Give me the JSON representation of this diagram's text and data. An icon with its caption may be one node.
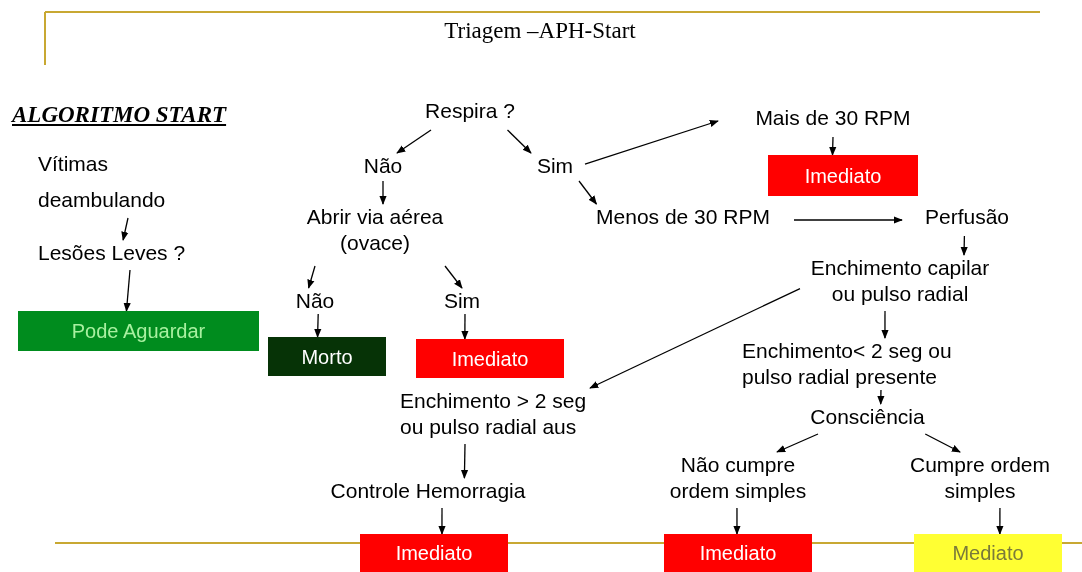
{
  "diagram": {
    "title": "Triagem –APH-Start",
    "nodes": [
      {
        "text": [
          "Vítimas deambulando"
        ]
      },
      {
        "text": [
          "Lesões Leves ?"
        ]
      },
      {
        "text": [
          "Pode Aguardar"
        ]
      },
      {
        "text": [
          "Respira ?"
        ]
      },
      {
        "text": [
          "Não"
        ]
      },
      {
        "text": [
          "Sim"
        ]
      },
      {
        "text": [
          "Abrir via aérea (ovace)"
        ]
      },
      {
        "text": [
          "Não"
        ]
      },
      {
        "text": [
          "Sim"
        ]
      },
      {
        "text": [
          "Morto"
        ]
      },
      {
        "text": [
          "Imediato"
        ]
      },
      {
        "text": [
          "Mais de 30 RPM"
        ]
      },
      {
        "text": [
          "Imediato"
        ]
      },
      {
        "text": [
          "Menos de 30 RPM"
        ]
      },
      {
        "text": [
          "Perfusão"
        ]
      },
      {
        "text": [
          "Enchimento capilar ou pulso radial"
        ]
      },
      {
        "text": [
          "Enchimento< 2 seg ou pulso radial presente"
        ]
      },
      {
        "text": [
          "Consciência"
        ]
      },
      {
        "text": [
          "Enchimento > 2 seg ou pulso radial aus"
        ]
      },
      {
        "text": [
          "Controle Hemorragia"
        ]
      },
      {
        "text": [
          "Não cumpre ordem simples"
        ]
      },
      {
        "text": [
          "Cumpre ordem simples"
        ]
      },
      {
        "text": [
          "Imediato"
        ]
      },
      {
        "text": [
          "Imediato"
        ]
      },
      {
        "text": [
          "Mediato"
        ]
      }
    ],
    "edges": [
      {
        "from": 0,
        "to": 1,
        "arrow": "to"
      },
      {
        "from": 1,
        "to": 2,
        "arrow": "to"
      },
      {
        "from": 3,
        "to": 4,
        "arrow": "to"
      },
      {
        "from": 3,
        "to": 5,
        "arrow": "to"
      },
      {
        "from": 4,
        "to": 6,
        "arrow": "to"
      },
      {
        "from": 6,
        "to": 7,
        "arrow": "to"
      },
      {
        "from": 6,
        "to": 8,
        "arrow": "to"
      },
      {
        "from": 7,
        "to": 9,
        "arrow": "to"
      },
      {
        "from": 8,
        "to": 10,
        "arrow": "to"
      },
      {
        "from": 5,
        "to": 11,
        "arrow": "to"
      },
      {
        "from": 5,
        "to": 13,
        "arrow": "to"
      },
      {
        "from": 11,
        "to": 12,
        "arrow": "to"
      },
      {
        "from": 13,
        "to": 14,
        "arrow": "to"
      },
      {
        "from": 14,
        "to": 15,
        "arrow": "to"
      },
      {
        "from": 15,
        "to": 16,
        "arrow": "to"
      },
      {
        "from": 15,
        "to": 18,
        "arrow": "to"
      },
      {
        "from": 16,
        "to": 17,
        "arrow": "to"
      },
      {
        "from": 17,
        "to": 20,
        "arrow": "to"
      },
      {
        "from": 17,
        "to": 21,
        "arrow": "to"
      },
      {
        "from": 18,
        "to": 19,
        "arrow": "to"
      },
      {
        "from": 19,
        "to": 22,
        "arrow": "to"
      },
      {
        "from": 20,
        "to": 23,
        "arrow": "to"
      },
      {
        "from": 21,
        "to": 24,
        "arrow": "to"
      }
    ],
    "labels": [
      "ALGORITMO START"
    ]
  }
}
